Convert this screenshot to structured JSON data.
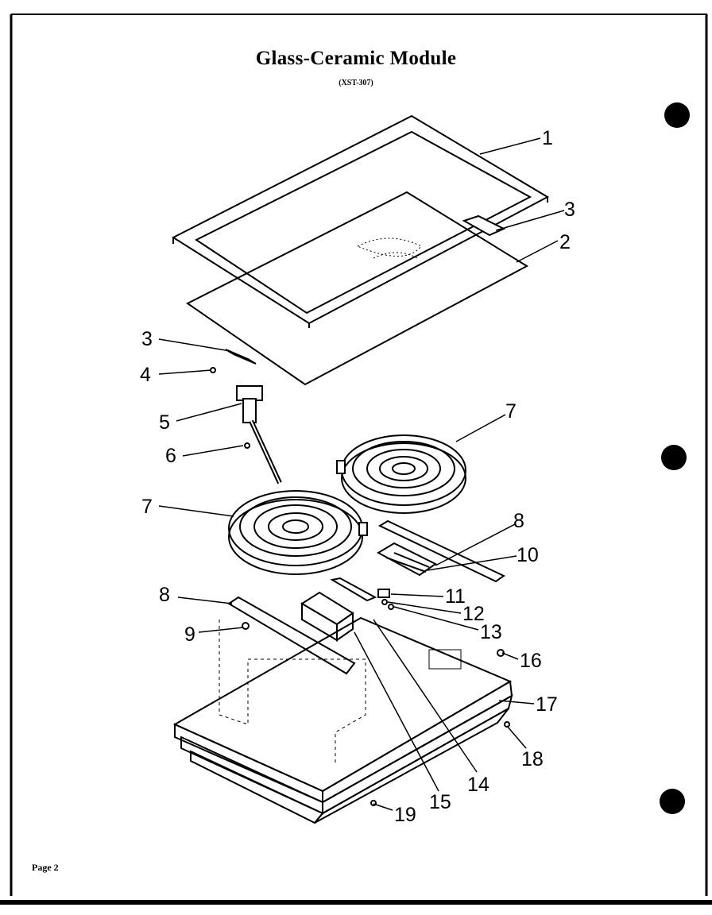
{
  "header": {
    "title": "Glass-Ceramic Module",
    "model": "(XST-307)"
  },
  "footer": {
    "page": "Page 2"
  },
  "callouts": {
    "c1": "1",
    "c2": "2",
    "c3a": "3",
    "c3b": "3",
    "c4": "4",
    "c5": "5",
    "c6": "6",
    "c7a": "7",
    "c7b": "7",
    "c8a": "8",
    "c8b": "8",
    "c9": "9",
    "c10": "10",
    "c11": "11",
    "c12": "12",
    "c13": "13",
    "c14": "14",
    "c15": "15",
    "c16": "16",
    "c17": "17",
    "c18": "18",
    "c19": "19"
  }
}
